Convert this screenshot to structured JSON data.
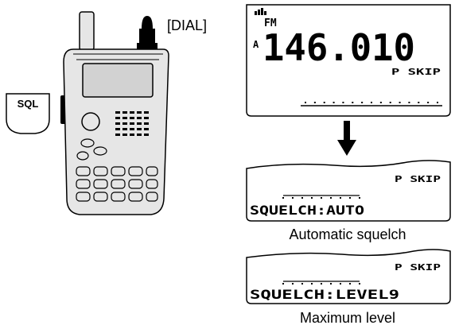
{
  "labels": {
    "dial": "[DIAL]",
    "sql_key": "SQL"
  },
  "top_display": {
    "mode_icon": "signal-bars-icon",
    "mode": "FM",
    "memory_bank": "A",
    "frequency": "146.010",
    "skip": "P SKIP"
  },
  "auto_display": {
    "skip": "P SKIP",
    "text": "SQUELCH:AUTO",
    "caption": "Automatic squelch"
  },
  "level_display": {
    "skip": "P SKIP",
    "text": "SQUELCH:LEVEL9",
    "caption": "Maximum level"
  },
  "colors": {
    "radio_fill": "#e6e6e6",
    "screen_fill": "#d2d2d2",
    "outline": "#000000",
    "knob": "#000000"
  }
}
